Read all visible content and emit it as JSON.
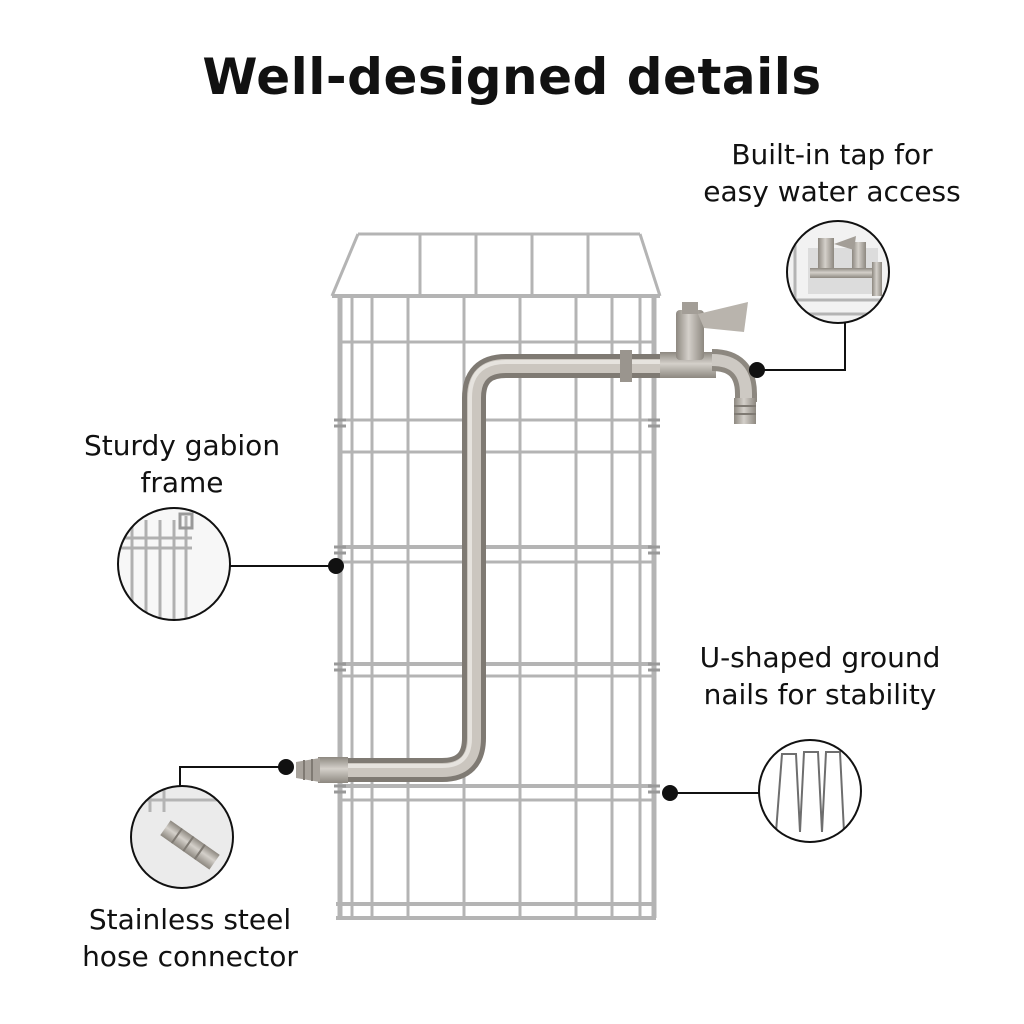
{
  "title": "Well-designed details",
  "callouts": {
    "tap": {
      "line1": "Built-in tap for",
      "line2": "easy water access"
    },
    "frame": {
      "line1": "Sturdy gabion",
      "line2": "frame"
    },
    "nails": {
      "line1": "U-shaped ground",
      "line2": "nails for stability"
    },
    "hose": {
      "line1": "Stainless steel",
      "line2": "hose connector"
    }
  },
  "colors": {
    "wire": "#b4b4b4",
    "pipe": "#a39e97",
    "text": "#111111",
    "leader": "#111111"
  }
}
